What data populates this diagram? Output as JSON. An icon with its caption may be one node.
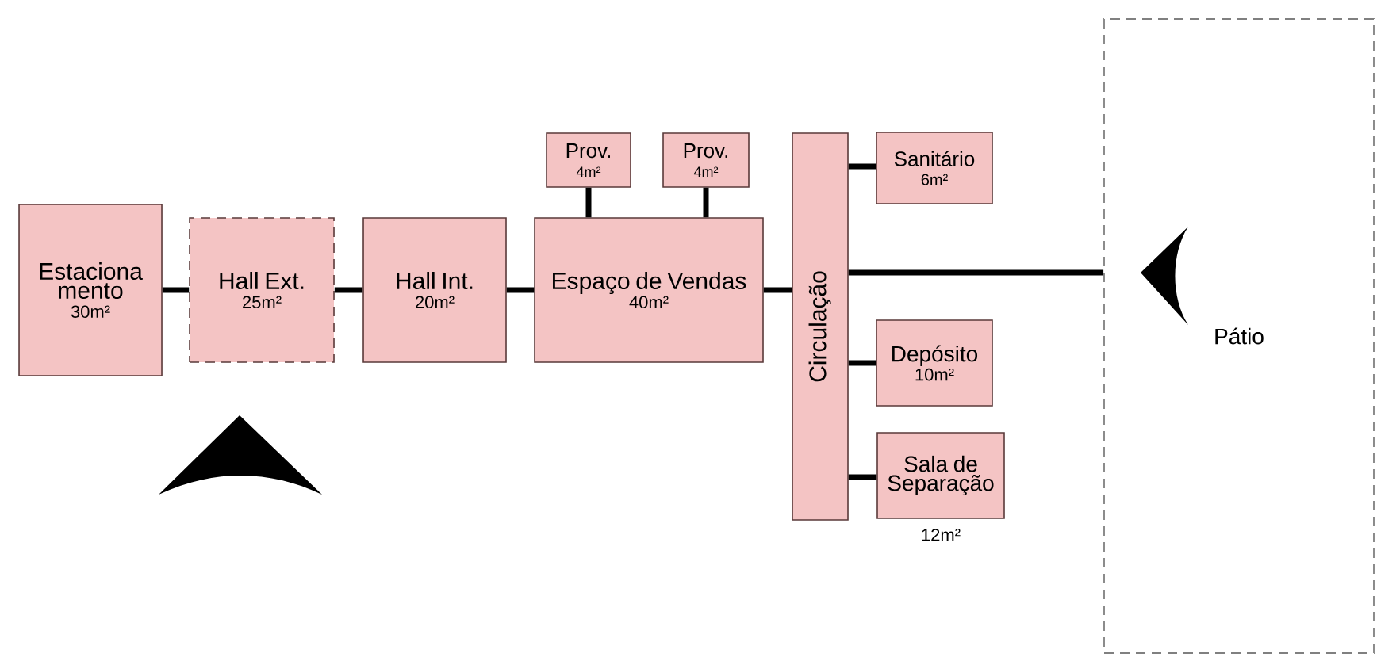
{
  "diagram": {
    "nodes": [
      {
        "text": [
          "Estaciona mento",
          "30m²"
        ]
      },
      {
        "text": [
          "Hall Ext.",
          "25m²"
        ]
      },
      {
        "text": [
          "Hall Int.",
          "20m²"
        ]
      },
      {
        "text": [
          "Prov.",
          "4m²"
        ]
      },
      {
        "text": [
          "Prov.",
          "4m²"
        ]
      },
      {
        "text": [
          "Espaço de Vendas",
          "40m²"
        ]
      },
      {
        "text": [
          "Circulação"
        ]
      },
      {
        "text": [
          "Sanitário",
          "6m²"
        ]
      },
      {
        "text": [
          "Depósito",
          "10m²"
        ]
      },
      {
        "text": [
          "Sala de Separação"
        ],
        "beside": [
          "12m²"
        ]
      },
      {
        "text": [
          "Pátio"
        ]
      }
    ],
    "edges": [
      {
        "from": 0,
        "to": 1,
        "arrow": "none"
      },
      {
        "from": 1,
        "to": 2,
        "arrow": "none"
      },
      {
        "from": 2,
        "to": 5,
        "arrow": "none"
      },
      {
        "from": 3,
        "to": 5,
        "arrow": "none"
      },
      {
        "from": 4,
        "to": 5,
        "arrow": "none"
      },
      {
        "from": 5,
        "to": 6,
        "arrow": "none"
      },
      {
        "from": 6,
        "to": 7,
        "arrow": "none"
      },
      {
        "from": 6,
        "to": 10,
        "arrow": "none"
      },
      {
        "from": 6,
        "to": 8,
        "arrow": "none"
      },
      {
        "from": 6,
        "to": 9,
        "arrow": "none"
      }
    ]
  }
}
